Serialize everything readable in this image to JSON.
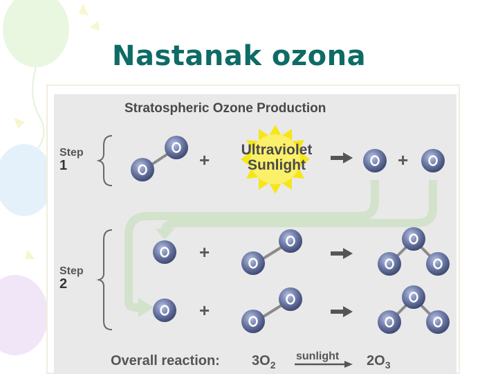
{
  "slide": {
    "title": "Nastanak ozona"
  },
  "diagram": {
    "title": "Stratospheric Ozone Production",
    "step1": {
      "label": "Step",
      "number": "1"
    },
    "step2": {
      "label": "Step",
      "number": "2"
    },
    "uv_line1": "Ultraviolet",
    "uv_line2": "Sunlight",
    "plus": "+",
    "atom_label": "O",
    "overall": {
      "label": "Overall reaction:",
      "lhs_coef": "3",
      "lhs_species": "O",
      "lhs_sub": "2",
      "arrow_label": "sunlight",
      "rhs_coef": "2",
      "rhs_species": "O",
      "rhs_sub": "3"
    }
  },
  "colors": {
    "title": "#0e6b66",
    "atom": "#5a6a9a",
    "arrow": "#d4e3cc"
  }
}
